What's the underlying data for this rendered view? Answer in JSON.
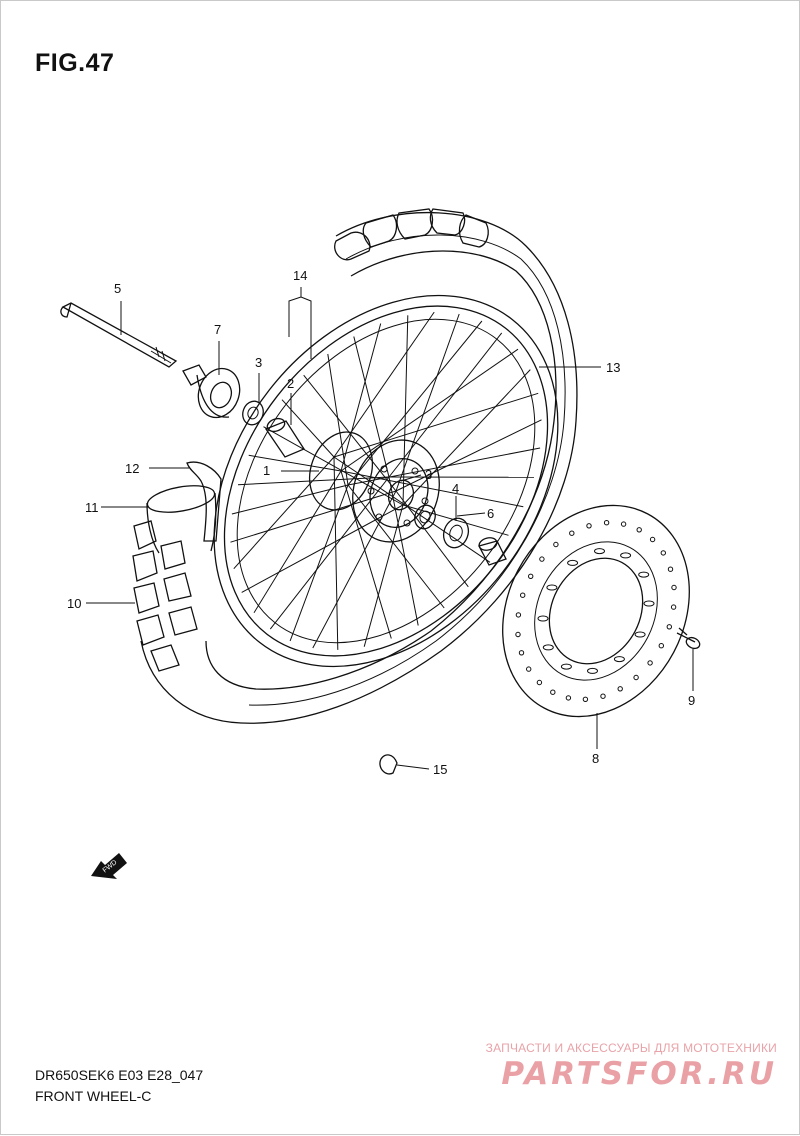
{
  "figure": {
    "title": "FIG.47"
  },
  "footer": {
    "model_code": "DR650SEK6 E03 E28_047",
    "section_name": "FRONT WHEEL-C"
  },
  "direction_arrow": {
    "label": "FWD"
  },
  "watermark": {
    "tagline": "ЗАПЧАСТИ И АКСЕССУАРЫ ДЛЯ МОТОТЕХНИКИ",
    "brand": "PARTSFOR.RU",
    "color": "#eaa1a6"
  },
  "callouts": [
    {
      "id": "1",
      "label": "1"
    },
    {
      "id": "2",
      "label": "2"
    },
    {
      "id": "3a",
      "label": "3"
    },
    {
      "id": "3b",
      "label": "3"
    },
    {
      "id": "4",
      "label": "4"
    },
    {
      "id": "5",
      "label": "5"
    },
    {
      "id": "6",
      "label": "6"
    },
    {
      "id": "7",
      "label": "7"
    },
    {
      "id": "8",
      "label": "8"
    },
    {
      "id": "9",
      "label": "9"
    },
    {
      "id": "10",
      "label": "10"
    },
    {
      "id": "11",
      "label": "11"
    },
    {
      "id": "12",
      "label": "12"
    },
    {
      "id": "13",
      "label": "13"
    },
    {
      "id": "14",
      "label": "14"
    },
    {
      "id": "15",
      "label": "15"
    }
  ]
}
